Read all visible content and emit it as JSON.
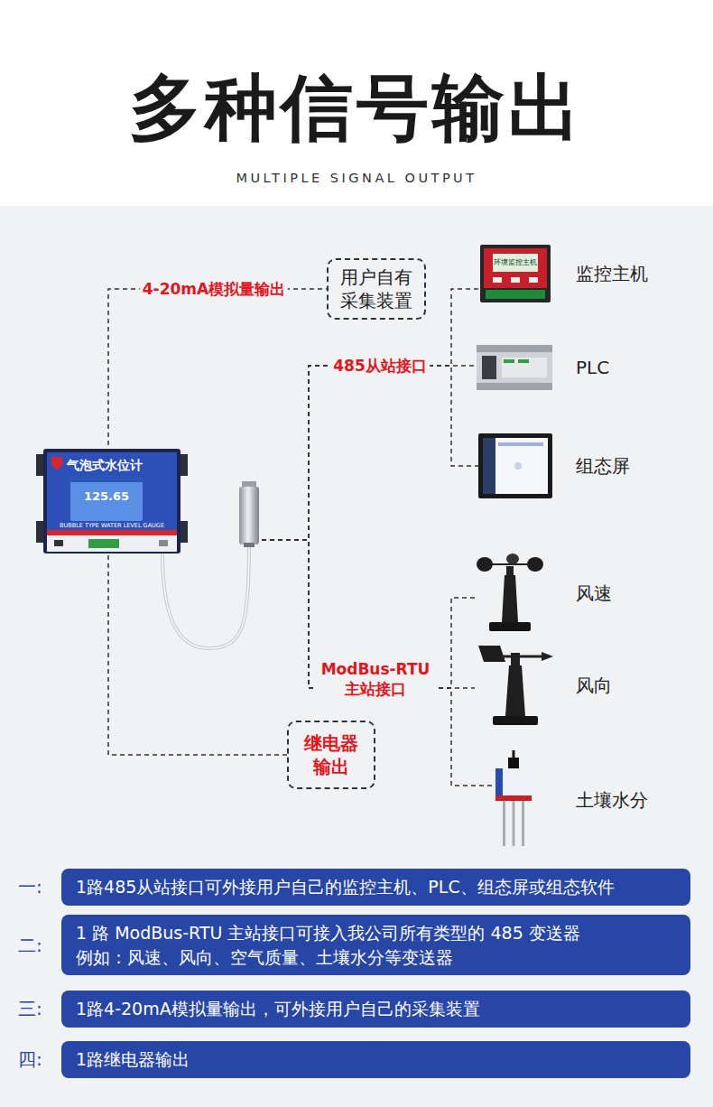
{
  "diagram": {
    "title": "多种信号输出",
    "nodes": [
      {
        "text": [
          "气泡式水位计",
          "125.65",
          "BUBBLE TYPE WATER LEVEL GAUGE"
        ]
      },
      {
        "text": [
          "用户自有 采集装置"
        ]
      },
      {
        "text": [
          "环境监控主机",
          "监控主机"
        ]
      },
      {
        "text": [
          "PLC"
        ]
      },
      {
        "text": [
          "组态屏"
        ]
      },
      {
        "text": [
          "风速"
        ]
      },
      {
        "text": [
          "风向"
        ]
      },
      {
        "text": [
          "土壤水分"
        ]
      },
      {
        "text": [
          "继电器 输出"
        ]
      },
      {
        "text": [
          "一:",
          "1路485从站接口可外接用户自己的监控主机、PLC、组态屏或组态软件"
        ]
      },
      {
        "text": [
          "二:",
          "1 路 ModBus-RTU 主站接口可接入我公司所有类型的 485 变送器 例如：风速、风向、空气质量、土壤水分等变送器"
        ]
      },
      {
        "text": [
          "三:",
          "1路4-20mA模拟量输出，可外接用户自己的采集装置"
        ]
      },
      {
        "text": [
          "四:",
          "1路继电器输出"
        ]
      }
    ],
    "edges": [
      {
        "from": 0,
        "to": 1,
        "label": "4-20mA模拟量输出",
        "arrow": "none"
      },
      {
        "from": 0,
        "to": 2,
        "arrow": "none"
      },
      {
        "from": 0,
        "to": 3,
        "label": "485从站接口",
        "arrow": "none"
      },
      {
        "from": 0,
        "to": 4,
        "arrow": "none"
      },
      {
        "from": 0,
        "to": 5,
        "arrow": "none"
      },
      {
        "from": 0,
        "to": 6,
        "label": "ModBus-RTU 主站接口",
        "arrow": "none"
      },
      {
        "from": 0,
        "to": 7,
        "arrow": "none"
      },
      {
        "from": 0,
        "to": 8,
        "arrow": "none"
      }
    ],
    "labels": [
      "MULTIPLE SIGNAL OUTPUT"
    ]
  }
}
